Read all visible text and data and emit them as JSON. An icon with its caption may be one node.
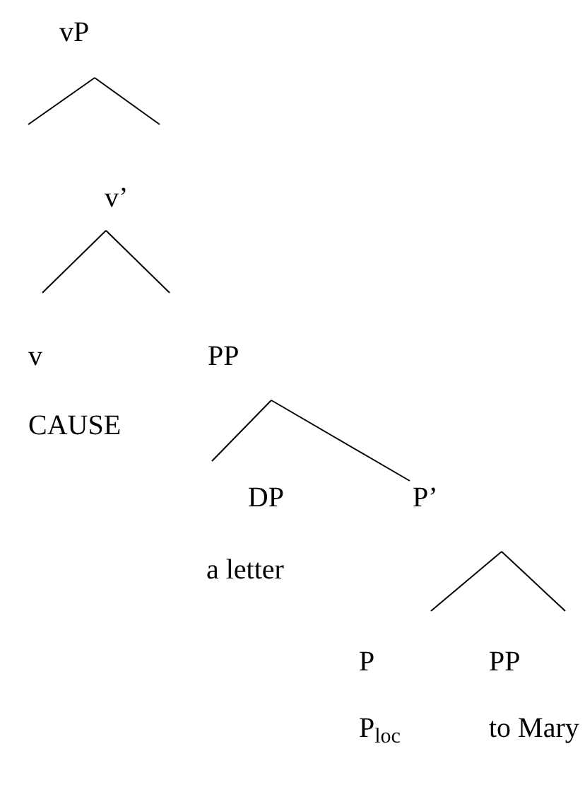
{
  "diagram": {
    "nodes": [
      {
        "text": [
          "vP"
        ]
      },
      {
        "text": [
          "v’"
        ]
      },
      {
        "text": [
          "v",
          "CAUSE"
        ]
      },
      {
        "text": [
          "PP"
        ]
      },
      {
        "text": [
          "DP",
          "a letter"
        ]
      },
      {
        "text": [
          "P’"
        ]
      },
      {
        "text": [
          "P",
          "P$_{loc}$"
        ]
      },
      {
        "text": [
          "PP",
          "to Mary"
        ]
      }
    ],
    "edges": [
      {
        "from": 0,
        "to": null,
        "arrow": "none"
      },
      {
        "from": 0,
        "to": 1,
        "arrow": "none"
      },
      {
        "from": 1,
        "to": 2,
        "arrow": "none"
      },
      {
        "from": 1,
        "to": 3,
        "arrow": "none"
      },
      {
        "from": 3,
        "to": 4,
        "arrow": "none"
      },
      {
        "from": 3,
        "to": 5,
        "arrow": "none"
      },
      {
        "from": 5,
        "to": 6,
        "arrow": "none"
      },
      {
        "from": 5,
        "to": 7,
        "arrow": "none"
      }
    ]
  }
}
